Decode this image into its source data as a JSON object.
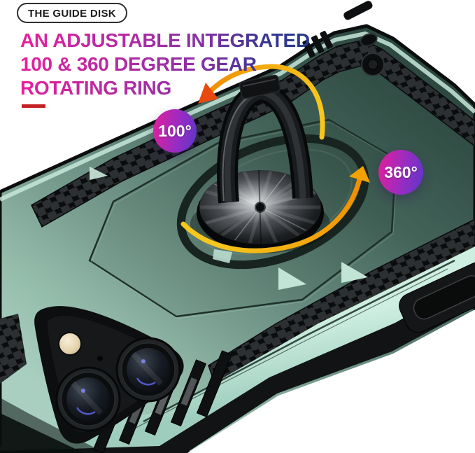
{
  "badge": {
    "label": "THE GUIDE DISK"
  },
  "heading": {
    "lines": [
      "AN ADJUSTABLE INTEGRATED",
      "100 & 360 DEGREE GEAR",
      "ROTATING RING"
    ]
  },
  "callouts": {
    "rotation_small": "100°",
    "rotation_full": "360°"
  },
  "colors": {
    "heading_start": "#e6219d",
    "heading_mid": "#8c31a7",
    "heading_end": "#203a8c",
    "badge_pink": "#d8219e",
    "badge_purple": "#9a2cc2",
    "badge_indigo": "#5b36c9",
    "badge_text": "#ffffff",
    "arrow_yellow": "#f7c71d",
    "arrow_orange": "#ef8d00",
    "arrowhead_red": "#e8490f",
    "case_dark_green": "#2b463e",
    "case_mid_green": "#6f9386",
    "case_light_mint": "#a9cfc0",
    "dash_red": "#c42125",
    "pill_text": "#1c1c1e",
    "pill_border": "#2f2f31"
  }
}
